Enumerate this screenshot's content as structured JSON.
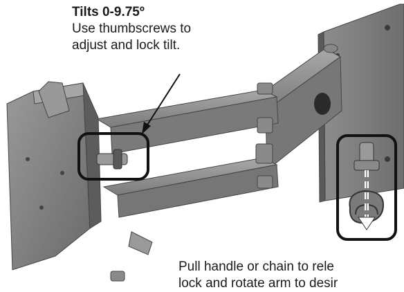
{
  "tilt_callout": {
    "title": "Tilts 0-9.75º",
    "line1": "Use thumbscrews to",
    "line2": "adjust and lock tilt."
  },
  "release_callout": {
    "line1": "Pull handle or chain to rele",
    "line2": "lock and rotate arm to desir"
  },
  "colors": {
    "metal_dark": "#5e5e5e",
    "metal_mid": "#8a8a8a",
    "metal_light": "#b4b4b4",
    "callout_outline": "#111111",
    "arrow_white": "#ffffff"
  }
}
